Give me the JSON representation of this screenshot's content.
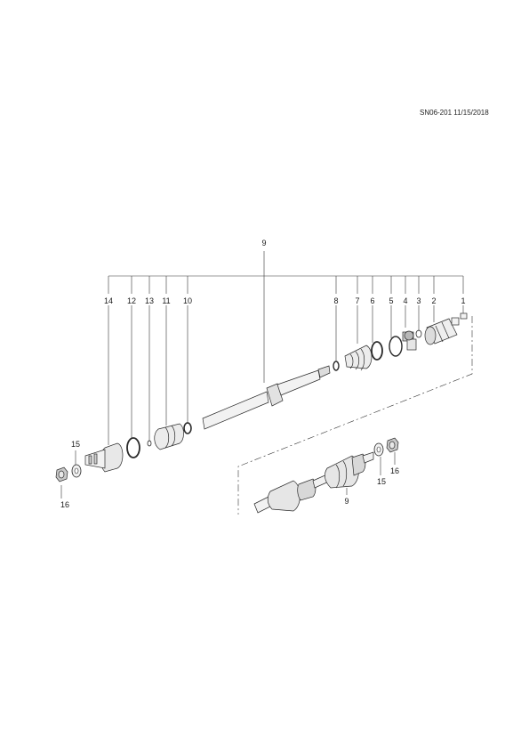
{
  "header": {
    "code": "SN06-201 11/15/2018"
  },
  "callouts": {
    "c1": "1",
    "c2": "2",
    "c3": "3",
    "c4": "4",
    "c5": "5",
    "c6": "6",
    "c7": "7",
    "c8": "8",
    "c9_top": "9",
    "c10": "10",
    "c11": "11",
    "c12": "12",
    "c13": "13",
    "c14": "14",
    "c15_left": "15",
    "c16_left": "16",
    "c15_right": "15",
    "c16_right": "16",
    "c9_lower": "9"
  },
  "colors": {
    "line": "#333333",
    "part_fill": "#f2f2f2",
    "part_stroke": "#2a2a2a",
    "shade": "#bdbdbd"
  }
}
